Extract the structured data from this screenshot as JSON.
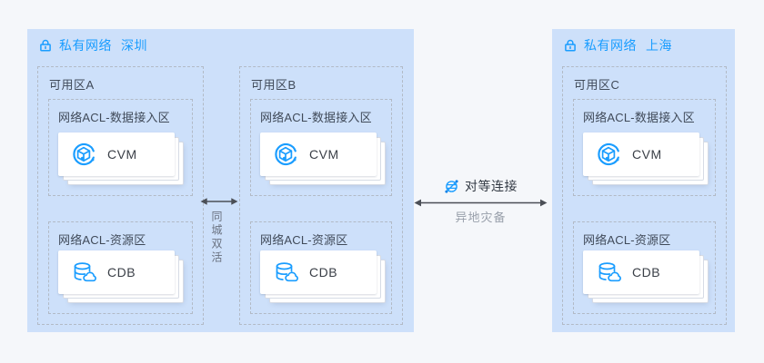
{
  "colors": {
    "page_bg": "#f5f7fa",
    "vpc_bg": "#cde0fa",
    "accent_blue": "#1a9dff",
    "dashed_border": "#b2bac6",
    "dark_text": "#404a59",
    "arrow": "#4b4f56"
  },
  "vpcs": [
    {
      "title": "私有网络",
      "region": "深圳",
      "link_label": "同城双活",
      "zones": [
        {
          "label": "可用区A",
          "acls": [
            {
              "label": "网络ACL-数据接入区",
              "service": "CVM",
              "icon": "cvm-icon"
            },
            {
              "label": "网络ACL-资源区",
              "service": "CDB",
              "icon": "cdb-icon"
            }
          ]
        },
        {
          "label": "可用区B",
          "acls": [
            {
              "label": "网络ACL-数据接入区",
              "service": "CVM",
              "icon": "cvm-icon"
            },
            {
              "label": "网络ACL-资源区",
              "service": "CDB",
              "icon": "cdb-icon"
            }
          ]
        }
      ]
    },
    {
      "title": "私有网络",
      "region": "上海",
      "zones": [
        {
          "label": "可用区C",
          "acls": [
            {
              "label": "网络ACL-数据接入区",
              "service": "CVM",
              "icon": "cvm-icon"
            },
            {
              "label": "网络ACL-资源区",
              "service": "CDB",
              "icon": "cdb-icon"
            }
          ]
        }
      ]
    }
  ],
  "peering": {
    "label": "对等连接",
    "sublabel": "异地灾备"
  }
}
